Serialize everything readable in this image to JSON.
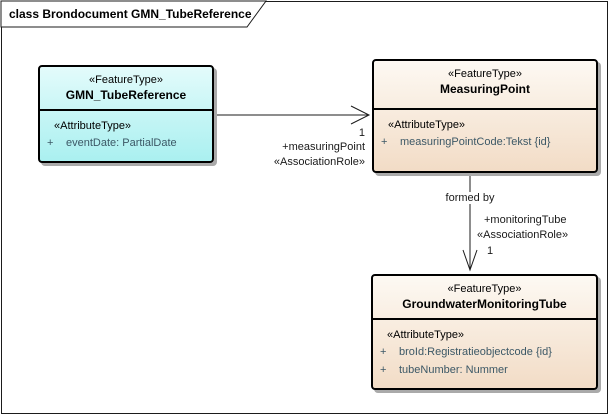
{
  "frame": {
    "title": "class Brondocument GMN_TubeReference"
  },
  "classes": [
    {
      "id": "gmn-tubereference",
      "stereotype": "«FeatureType»",
      "name": "GMN_TubeReference",
      "attr_stereotype": "«AttributeType»",
      "attributes": [
        {
          "visibility": "+",
          "text": "eventDate: PartialDate"
        }
      ]
    },
    {
      "id": "measuringpoint",
      "stereotype": "«FeatureType»",
      "name": "MeasuringPoint",
      "attr_stereotype": "«AttributeType»",
      "attributes": [
        {
          "visibility": "+",
          "text": "measuringPointCode:Tekst {id}"
        }
      ]
    },
    {
      "id": "groundwatermonitoringtube",
      "stereotype": "«FeatureType»",
      "name": "GroundwaterMonitoringTube",
      "attr_stereotype": "«AttributeType»",
      "attributes": [
        {
          "visibility": "+",
          "text": "broId:Registratieobjectcode {id}"
        },
        {
          "visibility": "+",
          "text": "tubeNumber: Nummer"
        }
      ]
    }
  ],
  "associations": [
    {
      "from": "GMN_TubeReference",
      "to": "MeasuringPoint",
      "target_multiplicity": "1",
      "target_role": "+measuringPoint",
      "target_stereotype": "«AssociationRole»"
    },
    {
      "from": "MeasuringPoint",
      "to": "GroundwaterMonitoringTube",
      "name": "formed by",
      "target_multiplicity": "1",
      "target_role": "+monitoringTube",
      "target_stereotype": "«AssociationRole»"
    }
  ],
  "colors": {
    "highlight_class_fill": "#aaf0f0",
    "default_class_fill": "#f2dcc6",
    "box_border": "#000000",
    "box_shadow": "#aaaaaa",
    "attribute_text": "#3c5866",
    "line": "#1b1b1b"
  }
}
